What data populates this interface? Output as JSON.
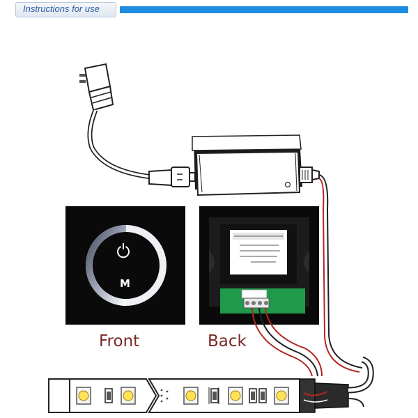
{
  "header": {
    "title": "Instructions for use",
    "accent_color": "#1e8ce0"
  },
  "front_panel": {
    "label": "Front",
    "mode_key": "M",
    "power_icon": "power-icon"
  },
  "back_panel": {
    "label": "Back"
  },
  "colors": {
    "caption": "#7a2727",
    "panel": "#0a0a0a",
    "pcb": "#1f9a4a",
    "wire_red": "#b3261e",
    "adapter": "#222222"
  },
  "components": [
    "ac-plug",
    "power-adapter",
    "touch-panel-front",
    "touch-panel-back",
    "led-strip"
  ]
}
